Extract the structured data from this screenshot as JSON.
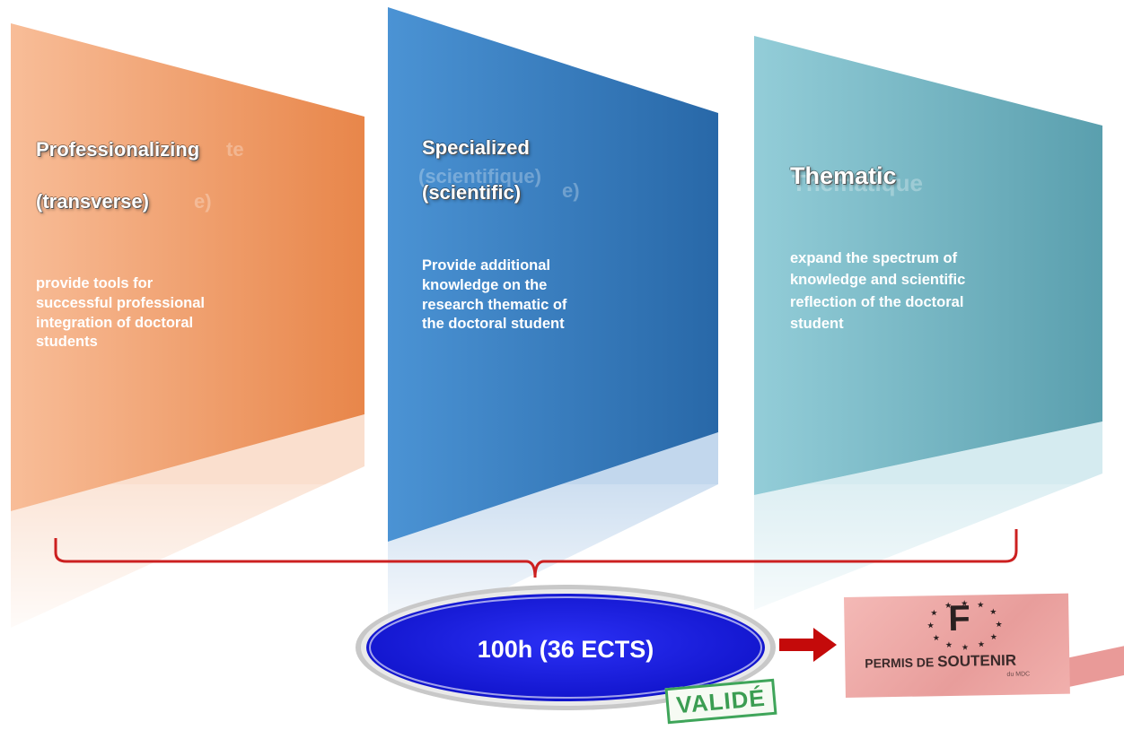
{
  "panels": [
    {
      "title": "Professionalizing",
      "subtitle": "(transverse)",
      "description_lines": [
        "provide tools for",
        "successful  professional",
        "integration of doctoral",
        "students"
      ],
      "ghost_title": "te",
      "ghost_subtitle": "e)",
      "color_light": "#f7b58c",
      "color_dark": "#e8884f"
    },
    {
      "title": "Specialized",
      "subtitle": "(scientific)",
      "description_lines": [
        "Provide additional",
        "knowledge on the",
        "research thematic of",
        "the doctoral student"
      ],
      "ghost_title": "(scientifique)",
      "ghost_subtitle": "e)",
      "color_light": "#4a8fd0",
      "color_dark": "#2a6aaa"
    },
    {
      "title": "Thematic",
      "description_lines": [
        "expand the spectrum of",
        "knowledge and scientific",
        "reflection of the doctoral",
        "student"
      ],
      "ghost_title": "Thématique",
      "color_light": "#8ac5d2",
      "color_dark": "#5aa0b0"
    }
  ],
  "total": {
    "label": "100h (36 ECTS)",
    "color": "#1a1ee8"
  },
  "stamp": {
    "text": "VALIDÉ",
    "color": "#3b9d52"
  },
  "permit_card": {
    "letter": "F",
    "text_prefix": "PERMIS DE",
    "text_main": "SOUTENIR",
    "fine_print": "du MDC"
  },
  "colors": {
    "brace": "#cc2020",
    "arrow": "#c40a0a"
  }
}
